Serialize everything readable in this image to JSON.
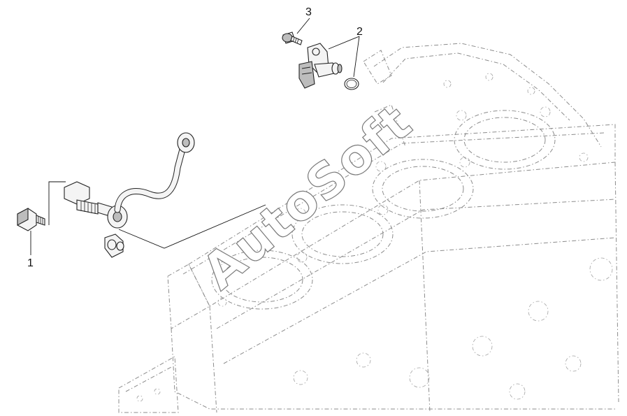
{
  "callouts": {
    "c1": "1",
    "c2": "2",
    "c3": "3"
  },
  "watermark": "AutoSoft",
  "colors": {
    "line": "#222222",
    "ghost_line": "#8c8c8c",
    "background": "#ffffff"
  }
}
